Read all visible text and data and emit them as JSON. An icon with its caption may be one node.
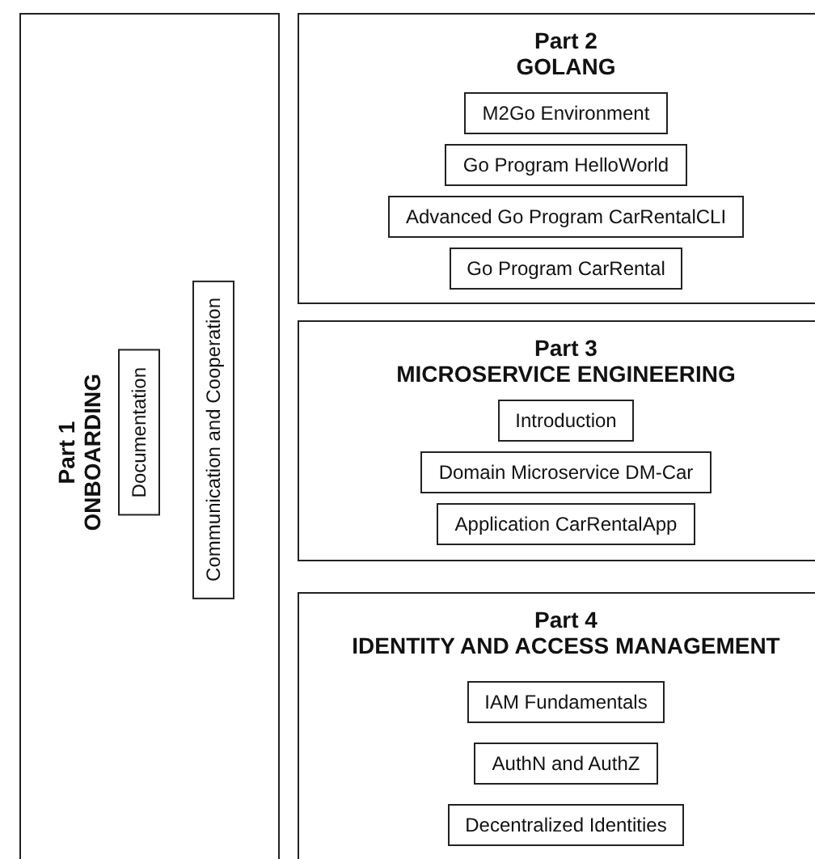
{
  "diagram": {
    "nodes": [
      {
        "text": [
          "Part 1 ONBOARDING"
        ]
      },
      {
        "text": [
          "Documentation"
        ],
        "in": 0
      },
      {
        "text": [
          "Communication and Cooperation"
        ],
        "in": 0
      },
      {
        "text": [
          "Part 2 GOLANG"
        ]
      },
      {
        "text": [
          "M2Go Environment"
        ],
        "in": 3
      },
      {
        "text": [
          "Go Program HelloWorld"
        ],
        "in": 3
      },
      {
        "text": [
          "Advanced Go Program CarRentalCLI"
        ],
        "in": 3
      },
      {
        "text": [
          "Go Program CarRental"
        ],
        "in": 3
      },
      {
        "text": [
          "Part 3 MICROSERVICE ENGINEERING"
        ]
      },
      {
        "text": [
          "Introduction"
        ],
        "in": 8
      },
      {
        "text": [
          "Domain Microservice DM-Car"
        ],
        "in": 8
      },
      {
        "text": [
          "Application CarRentalApp"
        ],
        "in": 8
      },
      {
        "text": [
          "Part 4 IDENTITY AND ACCESS MANAGEMENT"
        ]
      },
      {
        "text": [
          "IAM Fundamentals"
        ],
        "in": 12
      },
      {
        "text": [
          "AuthN and AuthZ"
        ],
        "in": 12
      },
      {
        "text": [
          "Decentralized Identities"
        ],
        "in": 12
      }
    ],
    "edges": []
  }
}
